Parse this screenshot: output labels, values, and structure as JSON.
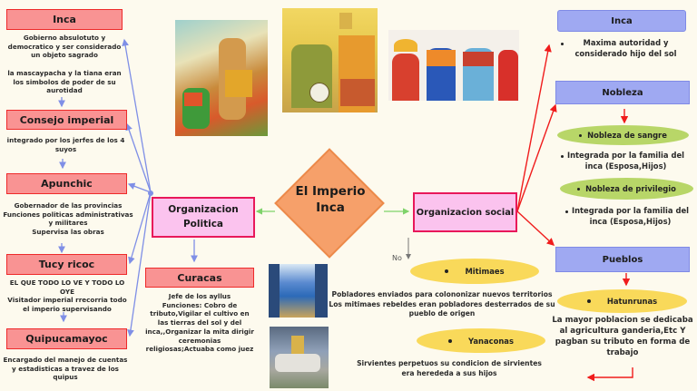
{
  "center": {
    "title_line1": "El Imperio",
    "title_line2": "Inca",
    "color": "#f6a06a"
  },
  "politica": {
    "title_line1": "Organizacion",
    "title_line2": "Politica",
    "nodes": [
      {
        "label": "Inca",
        "text": [
          "Gobierno absulotuto y democratico y ser considerado un objeto sagrado",
          "la mascaypacha y la tiana eran los simbolos de poder de su aurotidad"
        ]
      },
      {
        "label": "Consejo imperial",
        "text": [
          "integrado por los jerfes de los 4 suyos"
        ]
      },
      {
        "label": "Apunchic",
        "text": [
          "Gobernador de las provincias",
          "Funciones politicas administrativas  y militares",
          "Supervisa las obras"
        ]
      },
      {
        "label": "Tucy ricoc",
        "text": [
          "EL QUE TODO LO VE Y TODO LO OYE",
          "Visitador imperial rrecorria todo el imperio supervisando"
        ]
      },
      {
        "label": "Quipucamayoc",
        "text": [
          "Encargado del manejo de cuentas y estadisticas a travez de los quipus"
        ]
      },
      {
        "label": "Curacas",
        "text": [
          "Jefe de los ayllus",
          "Funciones: Cobro de tributo,Vigilar el cultivo en las tierras del sol y del inca,,Organizar la mita dirigir ceremonias religiosas;Actuaba como juez"
        ]
      }
    ]
  },
  "social": {
    "title": "Organizacion social",
    "no_label": "No",
    "inca": {
      "label": "Inca",
      "text": "Maxima autoridad y considerado hijo del sol"
    },
    "nobleza": {
      "label": "Nobleza",
      "sangre": {
        "label": "Nobleza de sangre",
        "text": "Integrada por la familia del inca (Esposa,Hijos)"
      },
      "privilegio": {
        "label": "Nobleza de privilegio",
        "text": "Integrada por la familia del inca (Esposa,Hijos)"
      }
    },
    "pueblos": {
      "label": "Pueblos",
      "hatunrunas": {
        "label": "Hatunrunas",
        "text": "La mayor poblacion se dedicaba al agricultura ganderia,Etc Y pagban su tributo en forma de trabajo"
      }
    },
    "mitimaes": {
      "label": "Mitimaes",
      "text": [
        "Pobladores enviados para colononizar nuevos territorios",
        "Los mitimaes rebeldes eran pobladores desterrados de su pueblo de origen"
      ]
    },
    "yanaconas": {
      "label": "Yanaconas",
      "text": "Sirvientes perpetuos su condicion de sirvientes era herededa a sus hijos"
    }
  },
  "images": [
    {
      "name": "inca-warrior-illustration"
    },
    {
      "name": "inca-ceremony-illustration"
    },
    {
      "name": "inca-women-illustration"
    },
    {
      "name": "mitimaes-painting"
    },
    {
      "name": "yanaconas-painting"
    }
  ],
  "colors": {
    "background": "#fdfaee",
    "red_box": "#f99393",
    "red_border": "#ee2a2a",
    "blue_box": "#9fa9f2",
    "pink_box": "#fbc3ee",
    "pink_border": "#e8185a",
    "yellow_oval": "#f9d95a",
    "green_oval": "#b8d668",
    "blue_arrow": "#7f8fe6",
    "red_arrow": "#f01c1c",
    "green_arrow": "#7fd36a"
  }
}
